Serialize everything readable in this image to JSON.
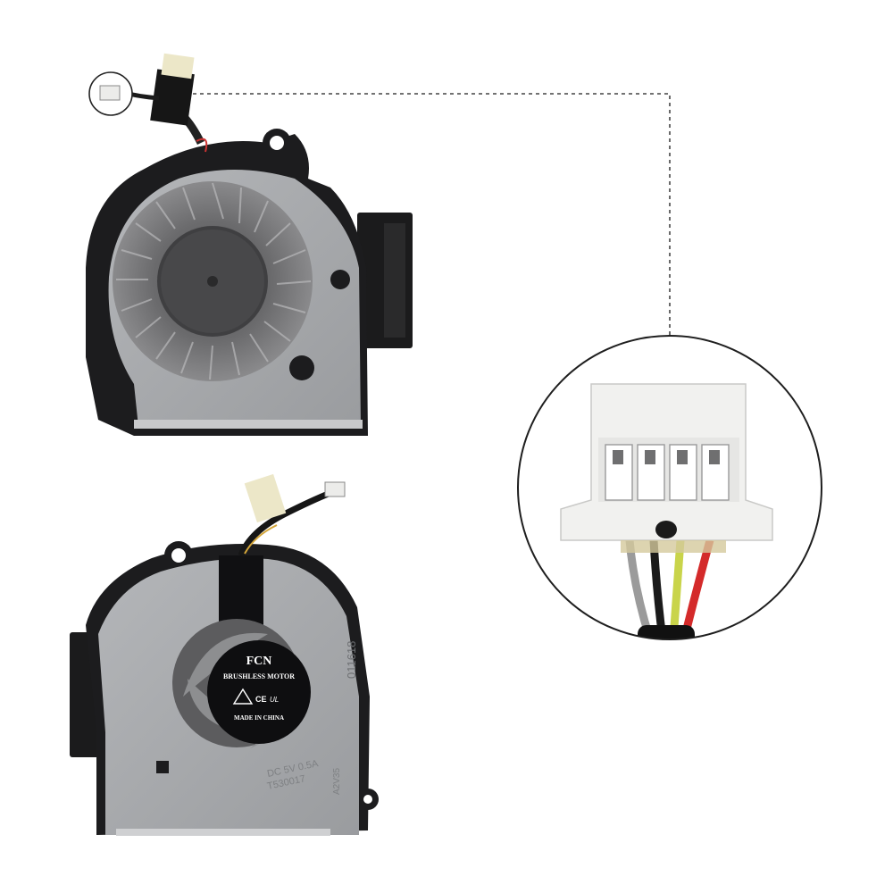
{
  "colors": {
    "background": "#ffffff",
    "fan_frame": "#1d1d1f",
    "metal_cover": "#a6a8ab",
    "sticker": "#0e0e10",
    "tape": "#ece7c8",
    "connector": "#f3f3f1",
    "wire_gray": "#9b9b9b",
    "wire_black": "#1a1a1a",
    "wire_yellow": "#c9d44a",
    "wire_red": "#d42a2a",
    "callout_line": "#444444"
  },
  "sticker": {
    "brand": "FCN",
    "line1": "BRUSHLESS MOTOR",
    "line2": "MADE IN CHINA"
  },
  "cover_text": {
    "code_vertical": "011618",
    "spec_line1": "DC 5V 0.5A",
    "spec_line2": "T530017",
    "side_code": "A2V35"
  },
  "icons": {
    "connector_callout": "connector-magnifier-icon",
    "ce_mark": "ce-mark-icon",
    "warning_mark": "warning-triangle-icon"
  }
}
